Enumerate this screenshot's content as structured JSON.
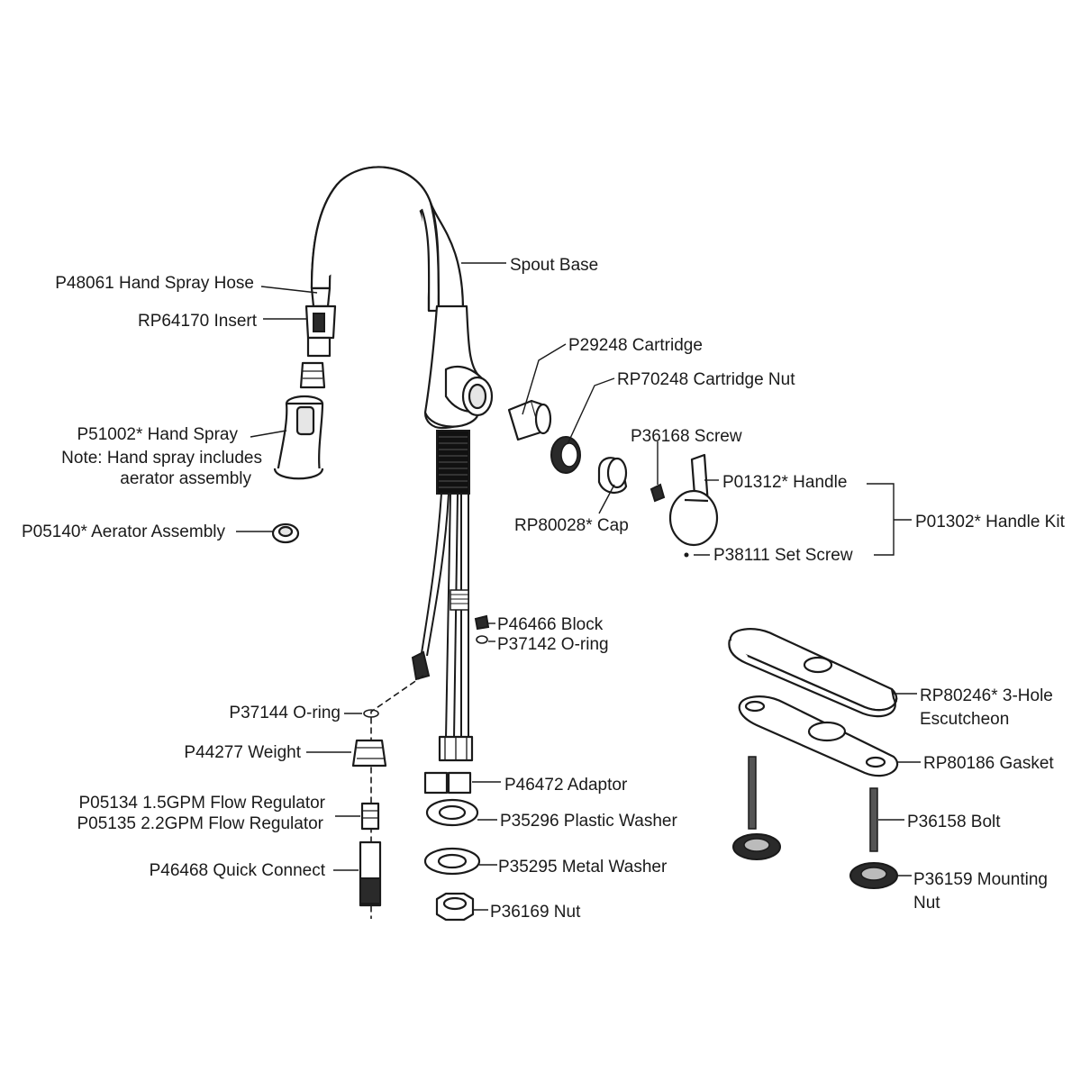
{
  "labels": {
    "hand_spray_hose": "P48061 Hand Spray Hose",
    "insert": "RP64170 Insert",
    "hand_spray": "P51002* Hand Spray",
    "hand_spray_note_1": "Note: Hand spray includes",
    "hand_spray_note_2": "aerator assembly",
    "aerator_assembly": "P05140* Aerator Assembly",
    "spout_base": "Spout Base",
    "cartridge": "P29248 Cartridge",
    "cartridge_nut": "RP70248 Cartridge Nut",
    "screw": "P36168 Screw",
    "handle": "P01312* Handle",
    "handle_kit": "P01302* Handle Kit",
    "cap": "RP80028* Cap",
    "set_screw": "P38111 Set Screw",
    "block": "P46466 Block",
    "o_ring_block": "P37142 O-ring",
    "o_ring": "P37144 O-ring",
    "weight": "P44277 Weight",
    "flow_regulator_15": "P05134 1.5GPM Flow Regulator",
    "flow_regulator_22": "P05135 2.2GPM Flow Regulator",
    "quick_connect": "P46468 Quick Connect",
    "adaptor": "P46472 Adaptor",
    "plastic_washer": "P35296 Plastic Washer",
    "metal_washer": "P35295 Metal Washer",
    "nut": "P36169 Nut",
    "escutcheon_1": "RP80246* 3-Hole",
    "escutcheon_2": "Escutcheon",
    "gasket": "RP80186 Gasket",
    "bolt": "P36158 Bolt",
    "mounting_nut_1": "P36159 Mounting",
    "mounting_nut_2": "Nut"
  }
}
